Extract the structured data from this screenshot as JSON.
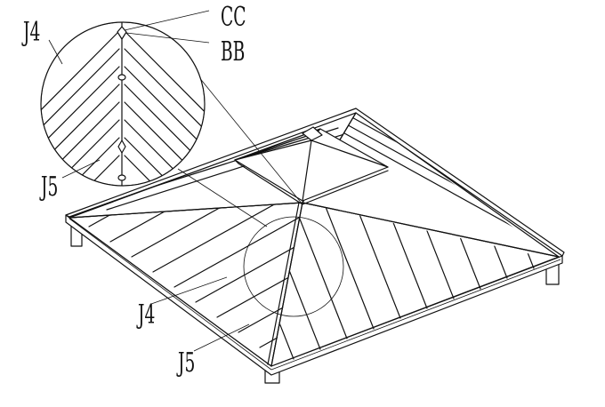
{
  "labels": {
    "cc": "CC",
    "bb": "BB",
    "j4_detail": "J4",
    "j5_detail": "J5",
    "j4_main": "J4",
    "j5_main": "J5"
  },
  "colors": {
    "line": "#111111",
    "background": "#ffffff"
  }
}
